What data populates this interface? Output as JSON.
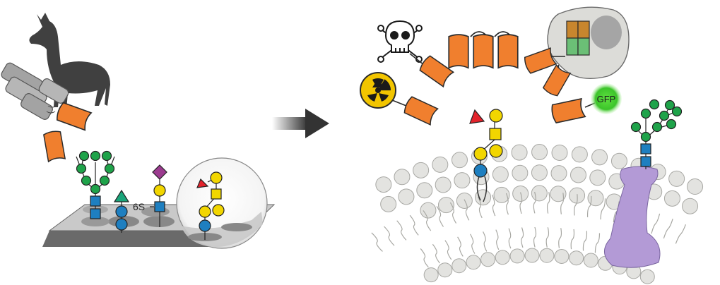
{
  "labels": {
    "sulfation": "6S",
    "reporter": "GFP"
  },
  "colors": {
    "background": "#ffffff",
    "vhh_orange": "#f07f2e",
    "antibody_gray": "#9a9a9a",
    "llama": "#404040",
    "glycan_green_circle": "#1fa34a",
    "glycan_blue_square": "#1e7fc0",
    "glycan_blue_circle": "#1e7fc0",
    "glycan_yellow": "#f2d600",
    "glycan_red_triangle": "#e3232c",
    "glycan_purple_diamond": "#9b3b8f",
    "glycan_teal_triangle": "#1aa57a",
    "membrane_head": "#e3e3e0",
    "membrane_edge": "#a8a8a4",
    "transmembrane_protein": "#b39ad6",
    "gfp_green": "#4fd23a",
    "radioactive_yellow": "#f2c500",
    "cell_gray": "#dcdcd8",
    "arrow_gray": "#3c3c3c"
  },
  "icons": [
    "llama-silhouette",
    "antibody-icon",
    "glycan-array-slide",
    "magnifier-lens",
    "process-arrow",
    "skull-crossbones-icon",
    "radioactive-icon",
    "gfp-reporter",
    "cell-with-nucleus",
    "lipid-bilayer",
    "transmembrane-glycoprotein"
  ]
}
